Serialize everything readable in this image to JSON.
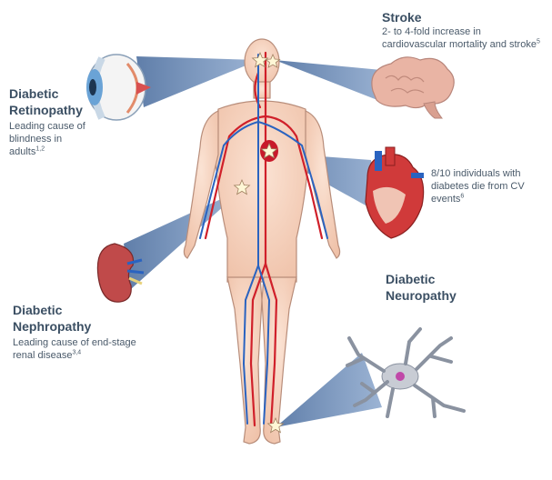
{
  "colors": {
    "beam": "#5d7fad",
    "skin": "#f6d2bd",
    "skin_outline": "#b88d7a",
    "artery": "#d0202a",
    "vein": "#2a63c0",
    "heading_text": "#3b4f63",
    "body_text": "#4a5a6a",
    "star": "#fff7d6"
  },
  "icons": [
    "eye-icon",
    "brain-icon",
    "heart-icon",
    "kidney-icon",
    "neuron-icon",
    "star-marker-icon"
  ],
  "labels": {
    "stroke": {
      "title": "Stroke",
      "text": "2- to 4-fold increase in cardiovascular mortality and stroke",
      "ref": "5"
    },
    "retinopathy": {
      "title_line1": "Diabetic",
      "title_line2": "Retinopathy",
      "text": "Leading cause of blindness in adults",
      "ref": "1,2"
    },
    "cardio": {
      "text": "8/10 individuals with diabetes die from CV events",
      "ref": "6"
    },
    "neuropathy": {
      "title_line1": "Diabetic",
      "title_line2": "Neuropathy"
    },
    "nephropathy": {
      "title_line1": "Diabetic",
      "title_line2": "Nephropathy",
      "text": "Leading cause of end-stage renal disease",
      "ref": "3,4"
    }
  }
}
